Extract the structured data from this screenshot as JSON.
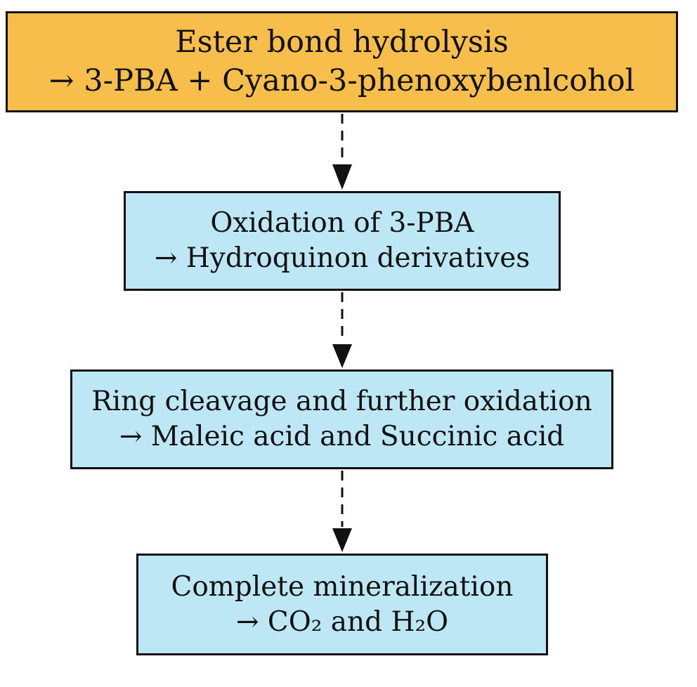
{
  "colors": {
    "start_box_fill": "#F8BE4C",
    "step_box_fill": "#BDE7F4",
    "border": "#111111",
    "arrow": "#111111"
  },
  "steps": [
    {
      "title": "Ester bond hydrolysis",
      "result": "→ 3-PBA + Cyano-3-phenoxybenlcohol"
    },
    {
      "title": "Oxidation of 3-PBA",
      "result": "→ Hydroquinon derivatives"
    },
    {
      "title": "Ring cleavage and further oxidation",
      "result": "→ Maleic acid and Succinic acid"
    },
    {
      "title": "Complete mineralization",
      "result": "→ CO₂ and H₂O"
    }
  ],
  "connectors": [
    {
      "from": 0,
      "to": 1,
      "style": "dashed-arrow"
    },
    {
      "from": 1,
      "to": 2,
      "style": "dashed-arrow"
    },
    {
      "from": 2,
      "to": 3,
      "style": "dashed-arrow"
    }
  ]
}
